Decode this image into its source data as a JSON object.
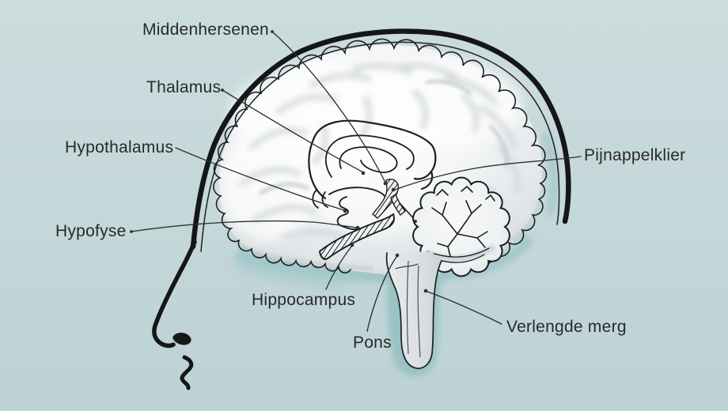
{
  "figure": {
    "language": "Dutch",
    "subject": "Hersenen anatomie (brain anatomy, sagittal view in head profile)"
  },
  "colors": {
    "background": "#c5d7d9",
    "ink": "#1c1f21",
    "label_text": "#26292b",
    "brain_fill": "#f6f8f9",
    "shadow_teal": "#9dc4c7"
  },
  "labels": [
    {
      "id": "middenhersenen",
      "text": "Middenhersenen"
    },
    {
      "id": "thalamus",
      "text": "Thalamus"
    },
    {
      "id": "hypothalamus",
      "text": "Hypothalamus"
    },
    {
      "id": "pijnappelklier",
      "text": "Pijnappelklier"
    },
    {
      "id": "hypofyse",
      "text": "Hypofyse"
    },
    {
      "id": "hippocampus",
      "text": "Hippocampus"
    },
    {
      "id": "pons",
      "text": "Pons"
    },
    {
      "id": "verlengde_merg",
      "text": "Verlengde merg"
    }
  ]
}
